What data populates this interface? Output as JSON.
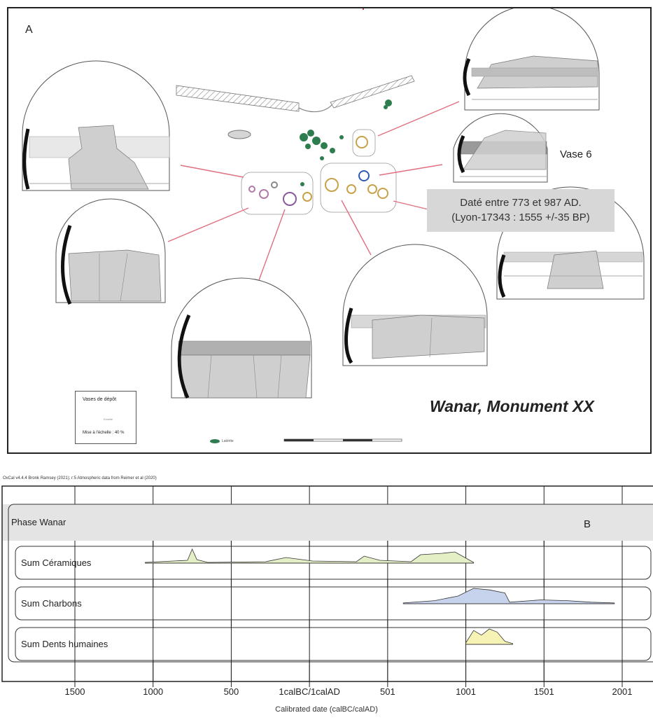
{
  "panel_a": {
    "letter": "A",
    "vase_label": "Vase 6",
    "date_line1": "Daté entre 773 et 987 AD.",
    "date_line2": "(Lyon-17343 : 1555 +/-35 BP)",
    "title": "Wanar, Monument XX",
    "legend_title": "Vases de dépôt",
    "legend_scale": "Echelle",
    "legend_footer": "Mise à l'échelle : 40 %",
    "laterite_label": "Latérite",
    "colors": {
      "link_line": "#e07080",
      "vessel_fill": "#cfcfcf",
      "laterite": "#2e7d4f",
      "profile": "#111111"
    }
  },
  "panel_b": {
    "letter": "B",
    "oxcal_caption": "OxCal v4.4.4 Bronk Ramsey (2021); r:5 Atmospheric data from Reimer et al (2020)",
    "phase_label": "Phase Wanar",
    "rows": [
      {
        "label": "Sum Céramiques",
        "color": "#e4efc6"
      },
      {
        "label": "Sum Charbons",
        "color": "#c7d2ec"
      },
      {
        "label": "Sum Dents humaines",
        "color": "#f6f3b5"
      }
    ],
    "ticks": [
      "1500",
      "1000",
      "500",
      "1calBC/1calAD",
      "501",
      "1001",
      "1501",
      "2001"
    ],
    "xlabel": "Calibrated date (calBC/calAD)"
  },
  "chart_data": {
    "type": "area",
    "title": "Phase Wanar",
    "xlabel": "Calibrated date (calBC/calAD)",
    "ylabel": "",
    "xlim": [
      -2000,
      2200
    ],
    "x_ticks": [
      -1500,
      -1000,
      -500,
      0,
      500,
      1000,
      1500,
      2000
    ],
    "grid": true,
    "series": [
      {
        "name": "Sum Céramiques",
        "x": [
          -1050,
          -780,
          -750,
          -720,
          -650,
          -280,
          -150,
          20,
          300,
          350,
          450,
          650,
          710,
          850,
          930,
          1050
        ],
        "y": [
          0.05,
          0.2,
          1.0,
          0.25,
          0.05,
          0.1,
          0.4,
          0.15,
          0.1,
          0.5,
          0.2,
          0.1,
          0.6,
          0.7,
          0.8,
          0.05
        ]
      },
      {
        "name": "Sum Charbons",
        "x": [
          600,
          800,
          950,
          1050,
          1150,
          1250,
          1280,
          1480,
          1650,
          1800,
          1950
        ],
        "y": [
          0.05,
          0.2,
          0.5,
          1.0,
          0.9,
          0.7,
          0.1,
          0.25,
          0.2,
          0.1,
          0.05
        ]
      },
      {
        "name": "Sum Dents humaines",
        "x": [
          1000,
          1050,
          1100,
          1150,
          1200,
          1250,
          1300
        ],
        "y": [
          0.1,
          0.9,
          0.6,
          1.0,
          0.8,
          0.2,
          0.05
        ]
      }
    ]
  }
}
